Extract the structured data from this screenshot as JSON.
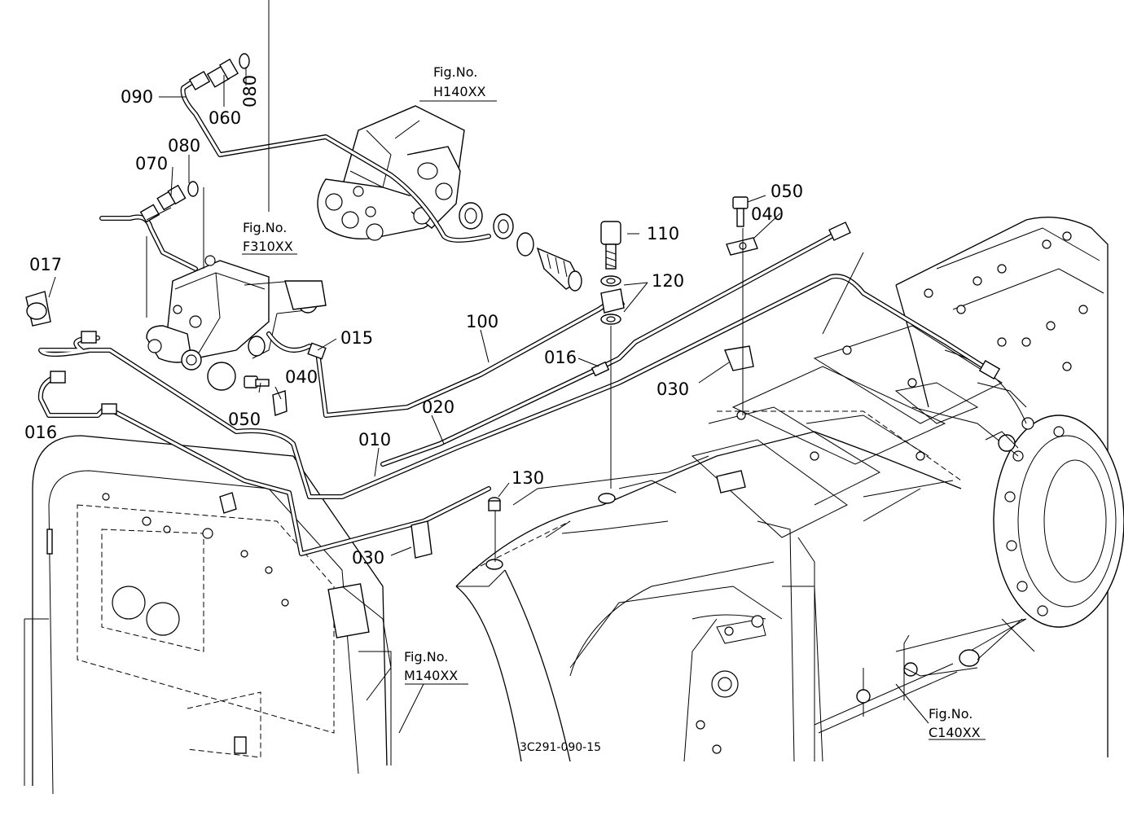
{
  "drawing_code": "3C291-090-15",
  "part_labels": {
    "p090": "090",
    "p060": "060",
    "p080a": "080",
    "p080b": "080",
    "p070": "070",
    "p017": "017",
    "p016a": "016",
    "p016b": "016",
    "p015": "015",
    "p040a": "040",
    "p040b": "040",
    "p050a": "050",
    "p050b": "050",
    "p100": "100",
    "p010": "010",
    "p020": "020",
    "p030a": "030",
    "p030b": "030",
    "p110": "110",
    "p120": "120",
    "p130": "130"
  },
  "figure_refs": {
    "h140": {
      "title": "Fig.No.",
      "code": "H140XX"
    },
    "f310": {
      "title": "Fig.No.",
      "code": "F310XX"
    },
    "m140": {
      "title": "Fig.No.",
      "code": "M140XX"
    },
    "c140": {
      "title": "Fig.No.",
      "code": "C140XX"
    }
  }
}
